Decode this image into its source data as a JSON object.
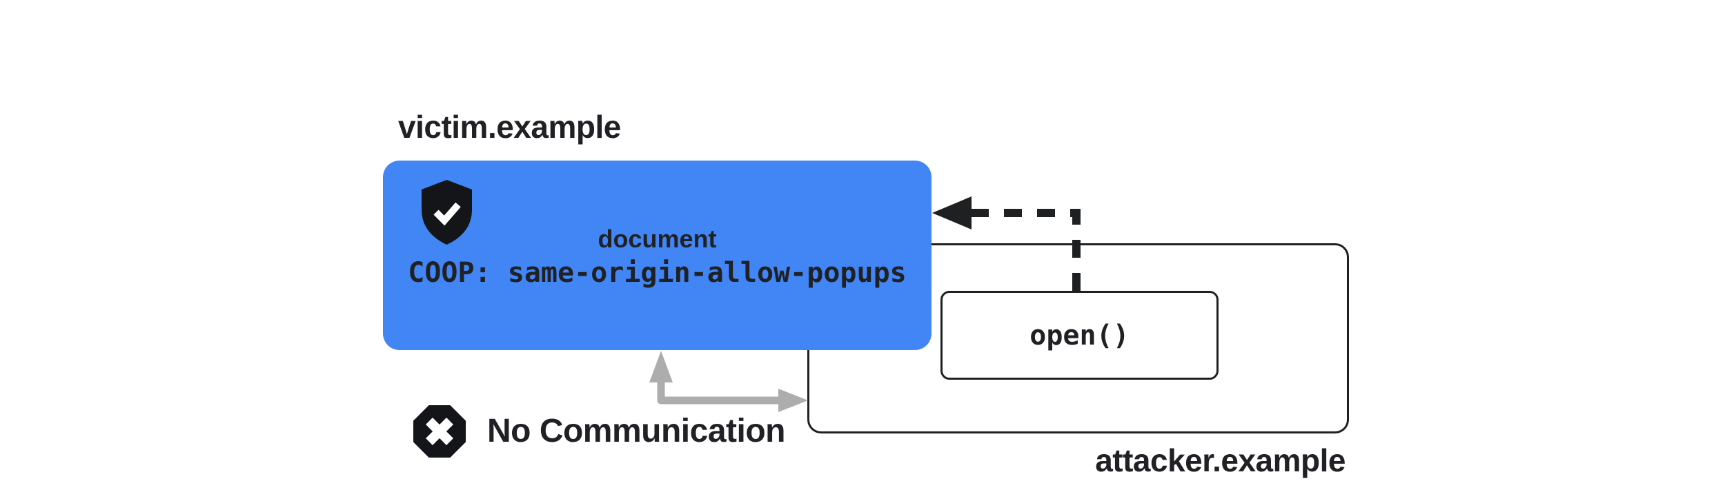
{
  "victim": {
    "domain_label": "victim.example",
    "document_label": "document",
    "coop_policy": "COOP: same-origin-allow-popups"
  },
  "attacker": {
    "domain_label": "attacker.example",
    "open_call": "open()"
  },
  "no_communication": {
    "label": "No Communication"
  },
  "icons": {
    "shield": "shield-check-icon",
    "blocked": "x-octagon-icon"
  },
  "colors": {
    "victim_fill": "#4285F4",
    "outline": "#1e2022",
    "arrow_gray": "#adadad",
    "label_text": "#202124",
    "icon_black": "#141518",
    "icon_mark_white": "#ffffff",
    "page_bg": "#ffffff"
  }
}
